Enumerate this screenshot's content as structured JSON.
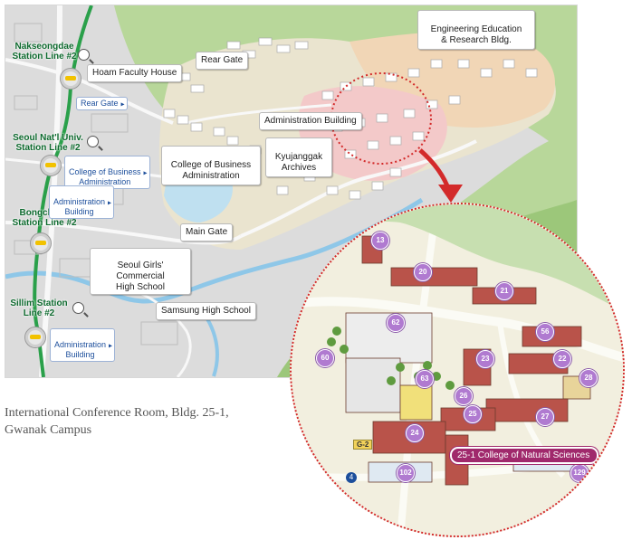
{
  "stations": [
    {
      "id": "nakseongdae",
      "text": "Nakseongdae\nStation Line #2"
    },
    {
      "id": "seoulnat",
      "text": "Seoul Nat'l Univ.\nStation Line #2"
    },
    {
      "id": "bongcheon",
      "text": "Bongcheon\nStation Line #2"
    },
    {
      "id": "sillim",
      "text": "Sillim Station\nLine #2"
    }
  ],
  "links": {
    "rear_gate": "Rear Gate",
    "college_business": "College of Business\nAdministration",
    "admin_building_1": "Administration\nBuilding",
    "admin_building_2": "Administration\nBuilding"
  },
  "labels": {
    "hoam": "Hoam Faculty House",
    "rear_gate": "Rear Gate",
    "admin_building": "Administration Building",
    "engineering": "Engineering Education\n& Research Bldg.",
    "college_business": "College of Business\nAdministration",
    "kyujanggak": "Kyujanggak\nArchives",
    "main_gate": "Main Gate",
    "girls_school": "Seoul Girls' Commercial\nHigh School",
    "samsung_school": "Samsung High School"
  },
  "caption": "International Conference Room, Bldg. 25-1,\nGwanak Campus",
  "zoom": {
    "buildings": [
      "13",
      "20",
      "21",
      "62",
      "56",
      "60",
      "23",
      "22",
      "28",
      "63",
      "26",
      "25",
      "27",
      "24",
      "102",
      "129"
    ],
    "highlight_label": "25-1  College of Natural Sciences",
    "gate_tag": "G-2",
    "marker_tag": "4"
  },
  "colors": {
    "subway_line": "#2aa04a",
    "highlight": "#a0296c",
    "zoom_border": "#d32a2a",
    "building_badge": "#b07ad0"
  }
}
